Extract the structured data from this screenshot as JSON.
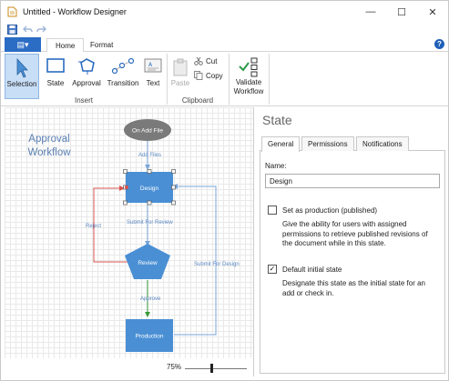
{
  "window": {
    "title": "Untitled - Workflow Designer",
    "controls": {
      "minimize": "—",
      "maximize": "☐",
      "close": "✕"
    }
  },
  "ribbon": {
    "file_label": "▤▾",
    "tabs": [
      {
        "label": "Home",
        "active": true
      },
      {
        "label": "Format",
        "active": false
      }
    ],
    "buttons": {
      "selection": "Selection",
      "state": "State",
      "approval": "Approval",
      "transition": "Transition",
      "text": "Text",
      "paste": "Paste",
      "cut": "Cut",
      "copy": "Copy",
      "validate_line1": "Validate",
      "validate_line2": "Workflow"
    },
    "groups": {
      "insert": "Insert",
      "clipboard": "Clipboard"
    }
  },
  "canvas": {
    "title_line1": "Approval",
    "title_line2": "Workflow",
    "nodes": {
      "start": "On Add File",
      "design": "Design",
      "review": "Review",
      "production": "Production"
    },
    "edges": {
      "add_files": "Add Files",
      "submit_for_review": "Submit For Review",
      "reject": "Reject",
      "approve": "Approve",
      "submit_for_design": "Submit For Design"
    },
    "zoom": "75%"
  },
  "panel": {
    "title": "State",
    "tabs": [
      {
        "label": "General",
        "active": true
      },
      {
        "label": "Permissions",
        "active": false
      },
      {
        "label": "Notifications",
        "active": false
      }
    ],
    "name_label": "Name:",
    "name_value": "Design",
    "production": {
      "label": "Set as production (published)",
      "checked": false,
      "desc": [
        "Give the ability for users with assigned",
        "permissions to retrieve published revisions of",
        "the document while in this state."
      ]
    },
    "default": {
      "label": "Default initial state",
      "checked": true,
      "desc": [
        "Designate this state as the initial state for an",
        "add or check in."
      ]
    }
  },
  "colors": {
    "accent": "#2b6cc4",
    "node_fill": "#4a8fd4",
    "start_fill": "#7a7a7a",
    "reject_edge": "#d9534f",
    "approve_edge": "#3a9a3a",
    "edge_blue": "#7aa6db"
  }
}
